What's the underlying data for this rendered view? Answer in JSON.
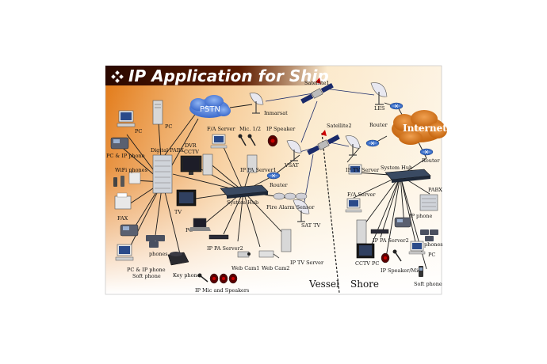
{
  "title": "IP Application for Ship",
  "colors": {
    "accent": "#e07a10",
    "title_bg": "#3a0a00",
    "cloud_blue": "#4a7ad8",
    "cloud_orange": "#d57718"
  },
  "zones": {
    "vessel": "Vessel",
    "shore": "Shore"
  },
  "labels": {
    "pstn": "PSTN",
    "internet": "Internet",
    "inmarsat": "Inmarsat",
    "satellite1": "Satellite1",
    "satellite2": "Satellite2",
    "les": "LES",
    "router_shore_top": "Router",
    "router_shore_right": "Router",
    "router_vessel": "Router",
    "vsat": "VSAT",
    "pc_top_left": "PC",
    "pc_top": "PC",
    "pc_ip_phone": "PC & IP phone",
    "digital_pabx": "Digital PABX",
    "dvr_cctv": "DVR\nCCTV",
    "wifi_phones": "WiFi phones",
    "fax": "FAX",
    "tv": "TV",
    "phones": "phones",
    "pc_mid": "PC",
    "pc_ip_soft": "PC & IP phone",
    "soft_phone_left": "Soft phone",
    "key_phone": "Key phone",
    "ip_mic_speakers": "IP Mic and Speakers",
    "ip_pa_server2_left": "IP PA Server2",
    "web_cam1": "Web Cam1",
    "web_cam2": "Web Cam2",
    "ip_tv_server_vessel": "IP TV Server",
    "sat_tv": "SAT TV",
    "fire_alarm": "Fire Alarm Sensor",
    "system_hub_vessel": "System Hub",
    "ip_pa_server1": "IP PA Server1",
    "fa_server_vessel": "F/A Server",
    "mic": "Mic. 1/2",
    "ip_speaker": "IP Speaker",
    "ip_tv_server_shore": "IP TV Server",
    "fa_server_shore": "F/A Server",
    "system_hub_shore": "System Hub",
    "pabx": "PABX",
    "ip_phone": "IP phone",
    "phones_shore": "phones",
    "pc_shore": "PC",
    "ip_pa_server2_shore": "IP PA Server2",
    "cctv_pc": "CCTV PC",
    "ip_speaker_mic": "IP Speaker/Mic",
    "soft_phone_shore": "Soft phone"
  }
}
